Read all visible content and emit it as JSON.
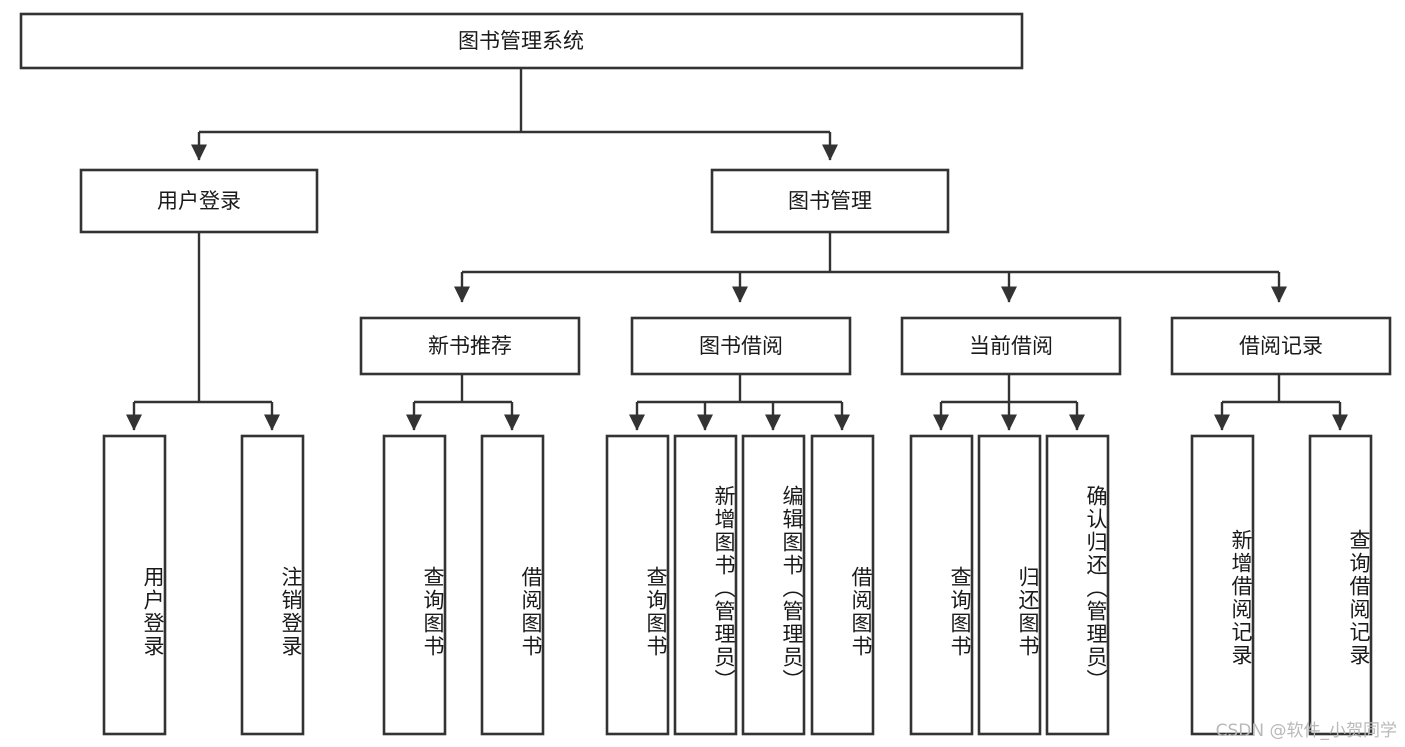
{
  "diagram": {
    "type": "tree-hierarchy-chart",
    "title": "图书管理系统",
    "orientation": "top-down",
    "colors": {
      "box_stroke": "#333333",
      "box_fill": "#ffffff",
      "text": "#1a1a1a",
      "background": "#ffffff",
      "watermark": "#b9b9b9"
    },
    "levels": {
      "level1": [
        {
          "id": "root",
          "label": "图书管理系统",
          "orientation": "horizontal"
        }
      ],
      "level2": [
        {
          "id": "user-login",
          "label": "用户登录",
          "orientation": "horizontal"
        },
        {
          "id": "book-management",
          "label": "图书管理",
          "orientation": "horizontal"
        }
      ],
      "level3": [
        {
          "id": "new-book-recommend",
          "label": "新书推荐",
          "orientation": "horizontal"
        },
        {
          "id": "book-borrow",
          "label": "图书借阅",
          "orientation": "horizontal"
        },
        {
          "id": "current-borrow",
          "label": "当前借阅",
          "orientation": "horizontal"
        },
        {
          "id": "borrow-record",
          "label": "借阅记录",
          "orientation": "horizontal"
        }
      ],
      "leaves": [
        {
          "id": "leaf-user-login",
          "label": "用户登录",
          "parent": "user-login",
          "orientation": "vertical"
        },
        {
          "id": "leaf-user-logout",
          "label": "注销登录",
          "parent": "user-login",
          "orientation": "vertical"
        },
        {
          "id": "leaf-query-book-1",
          "label": "查询图书",
          "parent": "new-book-recommend",
          "orientation": "vertical"
        },
        {
          "id": "leaf-borrow-book-1",
          "label": "借阅图书",
          "parent": "new-book-recommend",
          "orientation": "vertical"
        },
        {
          "id": "leaf-query-book-2",
          "label": "查询图书",
          "parent": "book-borrow",
          "orientation": "vertical"
        },
        {
          "id": "leaf-add-book",
          "label": "新增图书（管理员）",
          "parent": "book-borrow",
          "orientation": "vertical"
        },
        {
          "id": "leaf-edit-book",
          "label": "编辑图书（管理员）",
          "parent": "book-borrow",
          "orientation": "vertical"
        },
        {
          "id": "leaf-borrow-book-2",
          "label": "借阅图书",
          "parent": "book-borrow",
          "orientation": "vertical"
        },
        {
          "id": "leaf-query-book-3",
          "label": "查询图书",
          "parent": "current-borrow",
          "orientation": "vertical"
        },
        {
          "id": "leaf-return-book",
          "label": "归还图书",
          "parent": "current-borrow",
          "orientation": "vertical"
        },
        {
          "id": "leaf-confirm-return",
          "label": "确认归还（管理员）",
          "parent": "current-borrow",
          "orientation": "vertical"
        },
        {
          "id": "leaf-add-record",
          "label": "新增借阅记录",
          "parent": "borrow-record",
          "orientation": "vertical"
        },
        {
          "id": "leaf-query-record",
          "label": "查询借阅记录",
          "parent": "borrow-record",
          "orientation": "vertical"
        }
      ]
    },
    "watermark": "CSDN @软件_小贺同学"
  }
}
